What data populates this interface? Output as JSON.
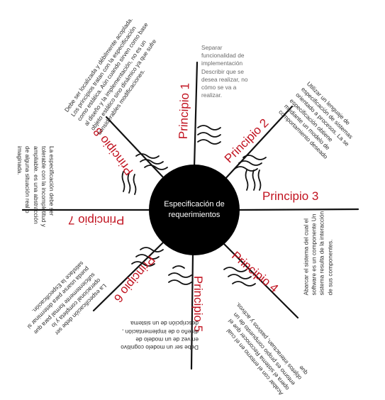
{
  "center": {
    "label": "Especificación de requerimientos"
  },
  "principles": [
    {
      "label": "Principio 1",
      "description": "Separar funcionalidad de implementación Describir que se desea realizar, no cómo se va a realizar."
    },
    {
      "label": "Principio 2",
      "description": "Utilizar un lenguaje de especificación de sistemas orientado a procesos. La se especificación obtiene mediante un modelo de comportamiento deseado"
    },
    {
      "label": "Principio 3",
      "description": "Abarcar el sistema del cual el software es un componente Un sistema resulta de la interacción de sus componentes."
    },
    {
      "label": "Principio 4",
      "description": "Acabar con el entorno en el cual opera el sistema Reconocer que el entorno es propio compuesto de un objetos interactuan, pasivos y activos. que"
    },
    {
      "label": "Principio 5",
      "description": "Debe ser un modelo cognitivo en vez de un modelo de diseño o de implementación , descripción de un sistema"
    },
    {
      "label": "Principio 6",
      "description": "La especificación debe ser operacional completa y lo suficientemente formal para que pueda usarse para determinar si satisface la Especificación."
    },
    {
      "label": "Principio 7",
      "description": "La especificación debe ser tolerable con la incompletitud y ampliable. es una abstracción de alguna situación real o imaginada."
    },
    {
      "label": "Principio 8",
      "description": "Debe ser localizada y débilmente acoplada. Los principios tratan con la especificación como estática. Aún cuando sirven como base al diseño y la implementación, no es un objeto estático sino dinámico ya que sufre considerables modificaciones."
    }
  ],
  "colors": {
    "label": "#c1121f",
    "line": "#111111",
    "center_fill": "#000000",
    "text": "#2a2a2a"
  }
}
